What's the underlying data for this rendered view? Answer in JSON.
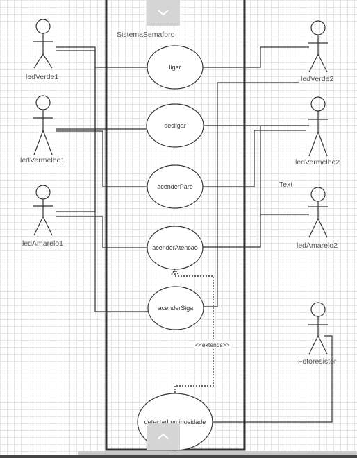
{
  "system": {
    "title": "SistemaSemaforo"
  },
  "use_cases": {
    "ligar": "ligar",
    "desligar": "desligar",
    "acenderPare": "acenderPare",
    "acenderAtencao": "acenderAtencao",
    "acenderSiga": "acenderSiga",
    "detectarLuminosidade": "detectarLuminosidade"
  },
  "actors": {
    "ledVerde1": "ledVerde1",
    "ledVermelho1": "ledVermelho1",
    "ledAmarelo1": "ledAmarelo1",
    "ledVerde2": "ledVerde2",
    "ledVermelho2": "ledVermelho2",
    "ledAmarelo2": "ledAmarelo2",
    "fotoresistor": "Fotoresistor"
  },
  "labels": {
    "extends": "<<extends>>",
    "free_text": "Text"
  },
  "icons": {
    "collapse": "chevron-down-icon",
    "expand": "chevron-up-icon"
  },
  "colors": {
    "stroke": "#333333",
    "grid": "#e6e6e6",
    "label": "#555555"
  }
}
